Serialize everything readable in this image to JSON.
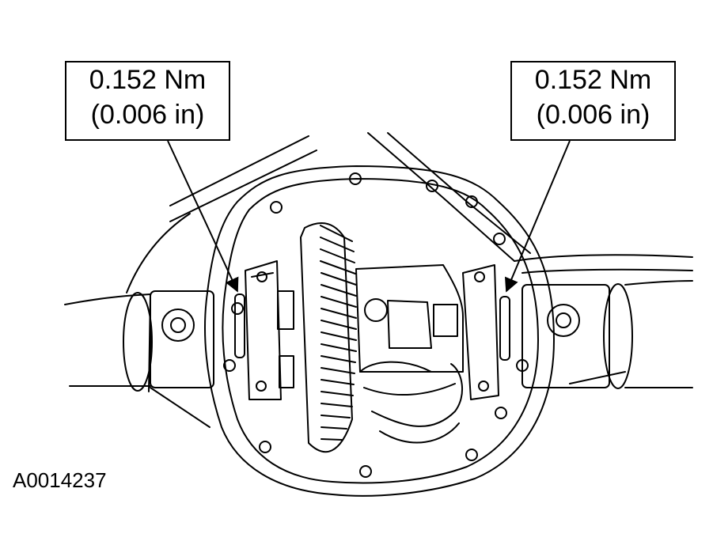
{
  "callouts": {
    "left": {
      "line1": "0.152 Nm",
      "line2": "(0.006 in)"
    },
    "right": {
      "line1": "0.152 Nm",
      "line2": "(0.006 in)"
    }
  },
  "figure_id": "A0014237",
  "colors": {
    "ink": "#000000",
    "paper": "#ffffff"
  }
}
